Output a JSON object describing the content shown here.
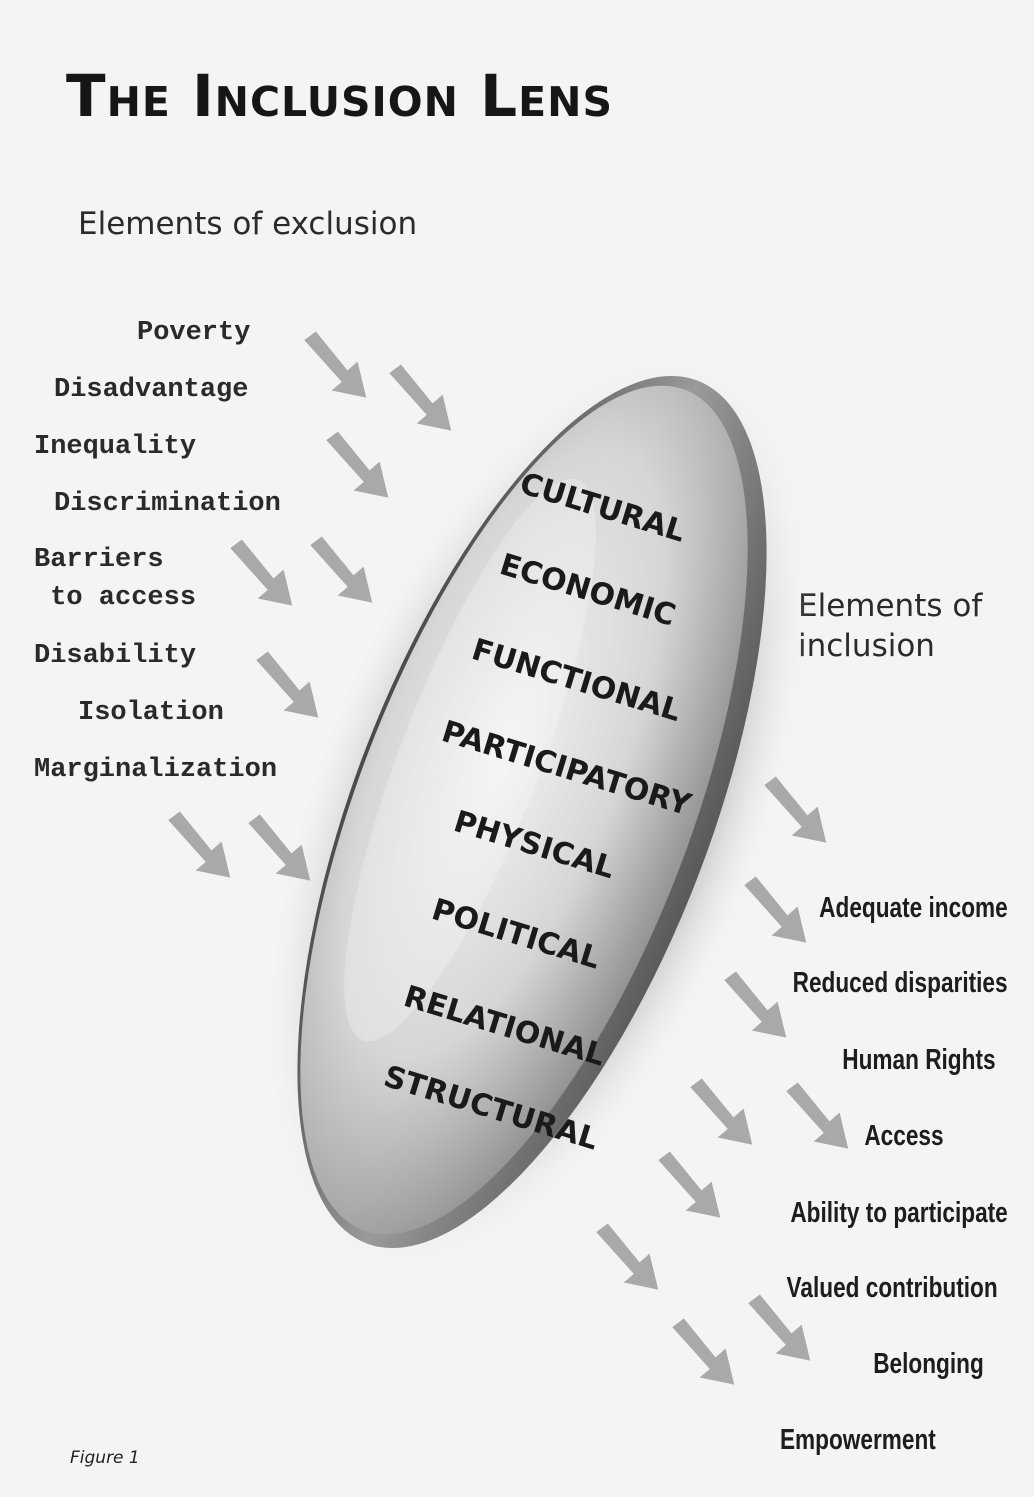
{
  "title": "The Inclusion Lens",
  "exclusion_heading": "Elements of exclusion",
  "inclusion_heading": "Elements of inclusion",
  "exclusion_items": [
    "Poverty",
    "Disadvantage",
    "Inequality",
    "Discrimination",
    "Barriers\n to access",
    "Disability",
    "Isolation",
    "Marginalization"
  ],
  "lens_dimensions": [
    "CULTURAL",
    "ECONOMIC",
    "FUNCTIONAL",
    "PARTICIPATORY",
    "PHYSICAL",
    "POLITICAL",
    "RELATIONAL",
    "STRUCTURAL"
  ],
  "inclusion_items": [
    "Adequate income",
    "Reduced disparities",
    "Human Rights",
    "Access",
    "Ability to participate",
    "Valued contribution",
    "Belonging",
    "Empowerment"
  ],
  "caption": "Figure 1",
  "colors": {
    "arrow": "#a9a9a9",
    "lens_edge": "#555555",
    "lens_face": "#d9d9d9",
    "text": "#1a1a1a"
  },
  "icons": {
    "arrow": "down-right-arrow-icon"
  }
}
